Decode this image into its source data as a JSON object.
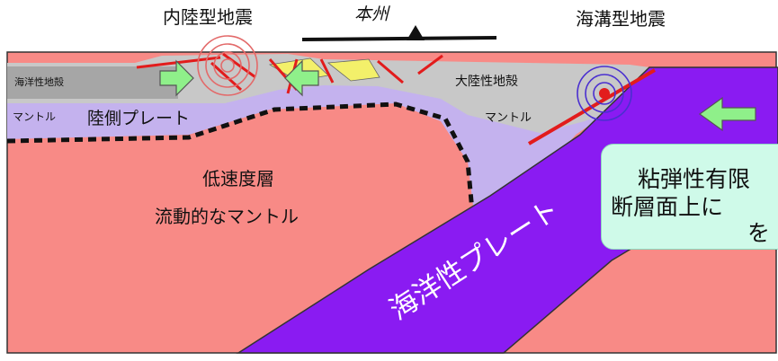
{
  "labels": {
    "inland_quake": "内陸型地震",
    "honshu": "本州",
    "trench_quake": "海溝型地震",
    "oceanic_crust": "海洋性地殻",
    "continental_crust": "大陸性地殻",
    "mantle_left": "マントル",
    "mantle_right": "マントル",
    "land_plate": "陸側プレート",
    "low_velocity_layer": "低速度層",
    "flowing_mantle": "流動的なマントル",
    "ocean_plate": "海洋性プレート"
  },
  "callout": {
    "line1": "粘弾性有限",
    "line2": "断層面上に",
    "line3": "を"
  },
  "colors": {
    "crust_gray": "#c8c8c8",
    "oceanic_crust_gray": "#a6a6a6",
    "mantle_lavender": "#c4b2ee",
    "low_velocity_salmon": "#f88a86",
    "ocean_plate_purple": "#8a1bf2",
    "fault_red": "#e21c1c",
    "arrow_green": "#8ff08a",
    "callout_bg": "#cffae9"
  }
}
